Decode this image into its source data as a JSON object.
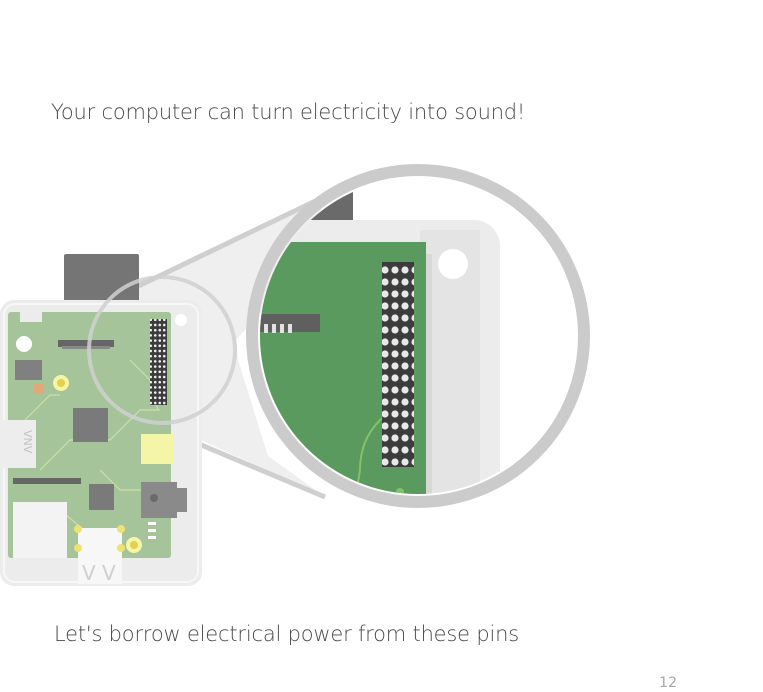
{
  "page": {
    "heading": "Your computer can turn electricity into sound!",
    "caption": "Let's borrow electrical power from these pins",
    "page_number": "12"
  },
  "illustration": {
    "subject": "raspberry-pi-board",
    "detail": "gpio-header-magnified",
    "colors": {
      "board": "#a6c49a",
      "zoom_board": "#5a9a5e",
      "case": "#ececec",
      "pins": "#3c3c3c",
      "chip": "#7a7a7a",
      "yellow_part": "#f4f5a6",
      "magnifier": "#c9c9c9"
    }
  }
}
